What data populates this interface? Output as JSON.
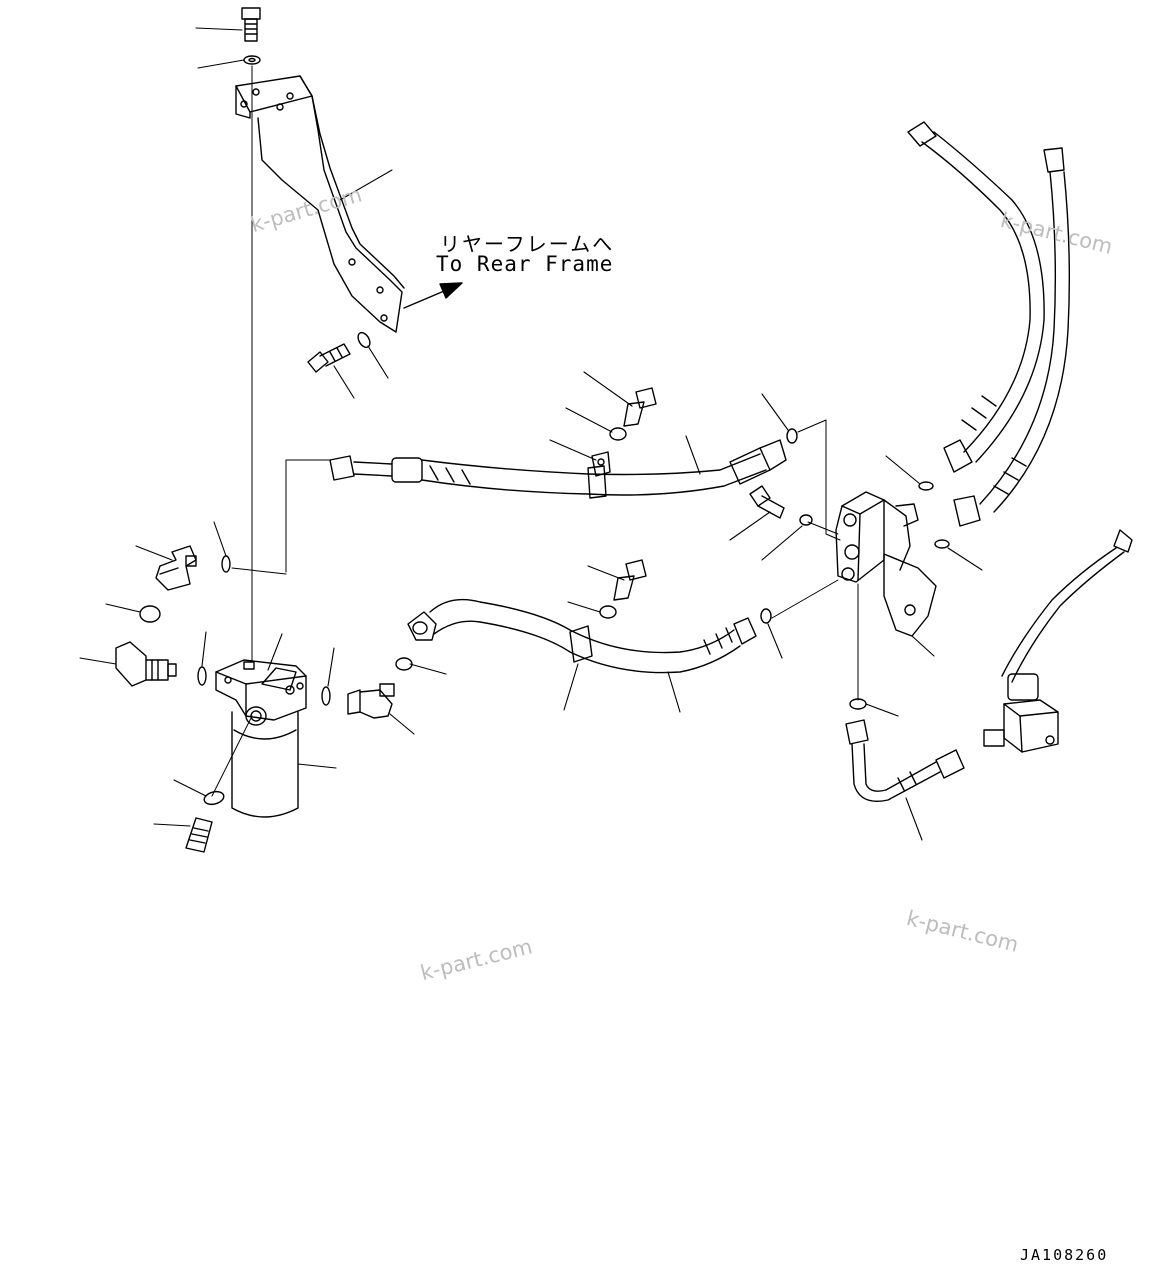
{
  "diagram": {
    "destination_label_jp": "リヤーフレームへ",
    "destination_label_en": "To Rear Frame",
    "drawing_number": "JA108260",
    "watermark_text": "k-part.com",
    "line_color": "#000000",
    "watermark_color": "#bdbdbd",
    "background": "#ffffff"
  }
}
